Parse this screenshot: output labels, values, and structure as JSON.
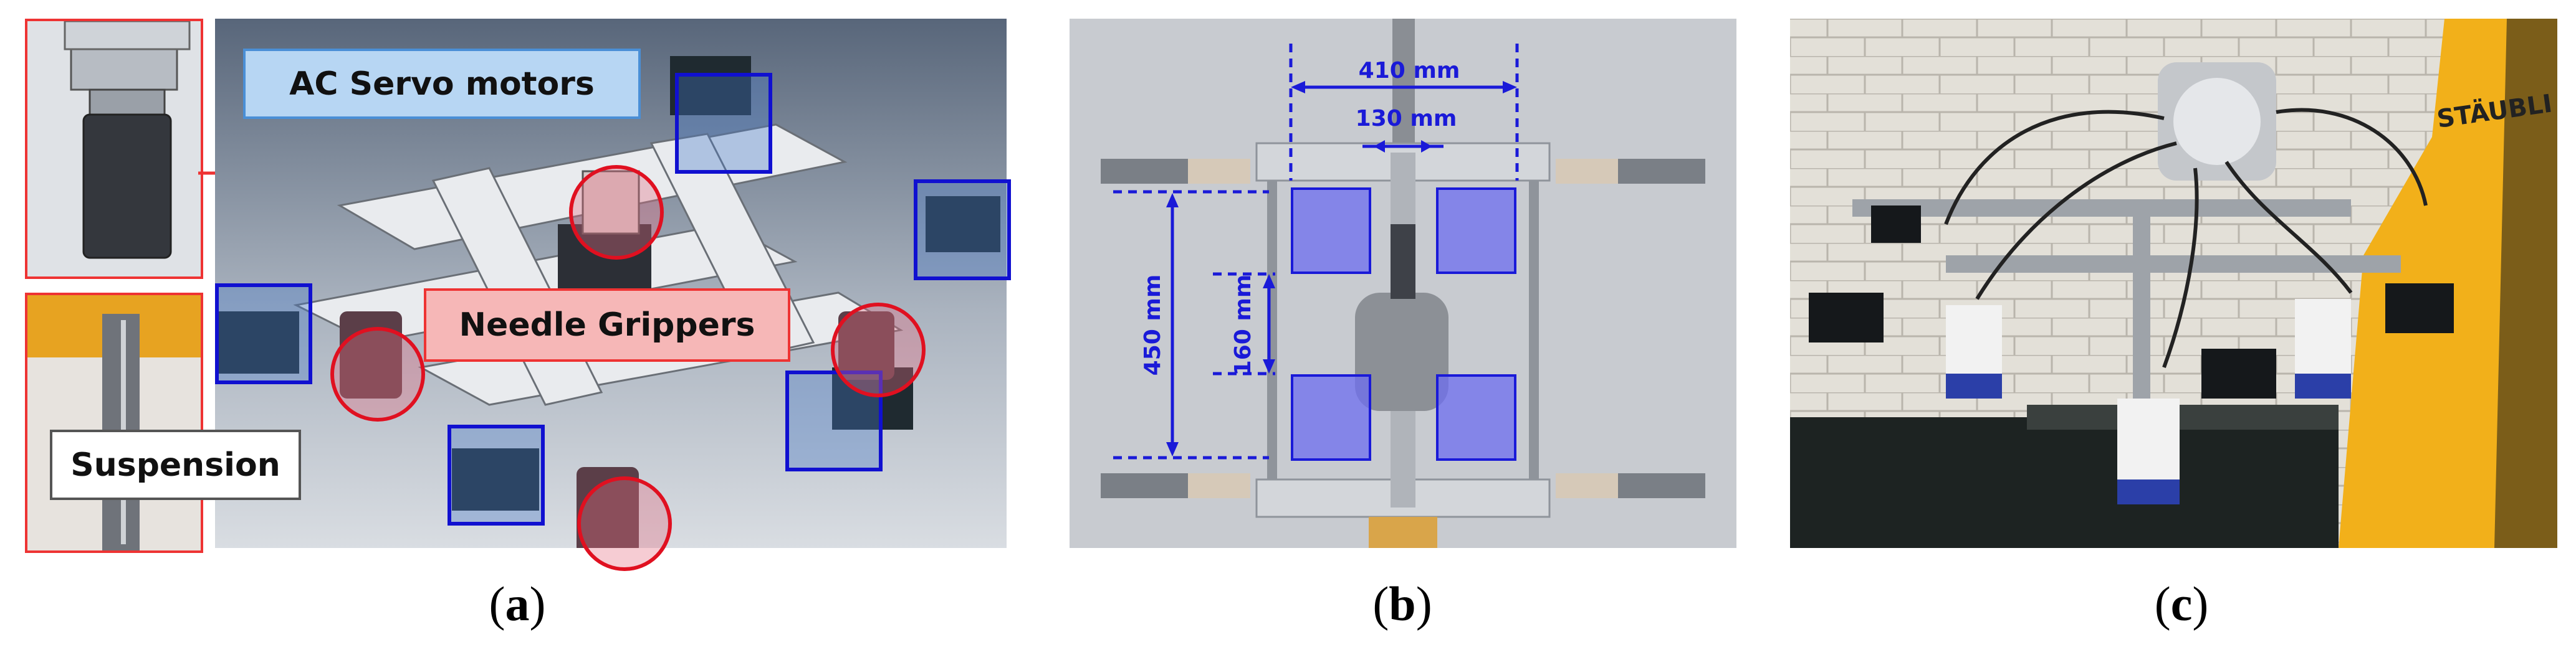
{
  "figure": {
    "panels": [
      {
        "id": "a",
        "caption_letter": "a",
        "labels": {
          "servo": "AC Servo motors",
          "grippers": "Needle Grippers",
          "suspension": "Suspension"
        }
      },
      {
        "id": "b",
        "caption_letter": "b",
        "dimensions": {
          "width_outer": "410 mm",
          "width_inner": "130 mm",
          "height_outer": "450 mm",
          "height_inner": "160 mm"
        }
      },
      {
        "id": "c",
        "caption_letter": "c",
        "brand_text": "STÄUBLI"
      }
    ]
  },
  "colors": {
    "servo_box": "#1010d0",
    "gripper_circle": "#e01020",
    "dimension_line": "#1a1ad8",
    "robot_yellow": "#f2b01a",
    "highlight_fill": "#7a7af0"
  }
}
